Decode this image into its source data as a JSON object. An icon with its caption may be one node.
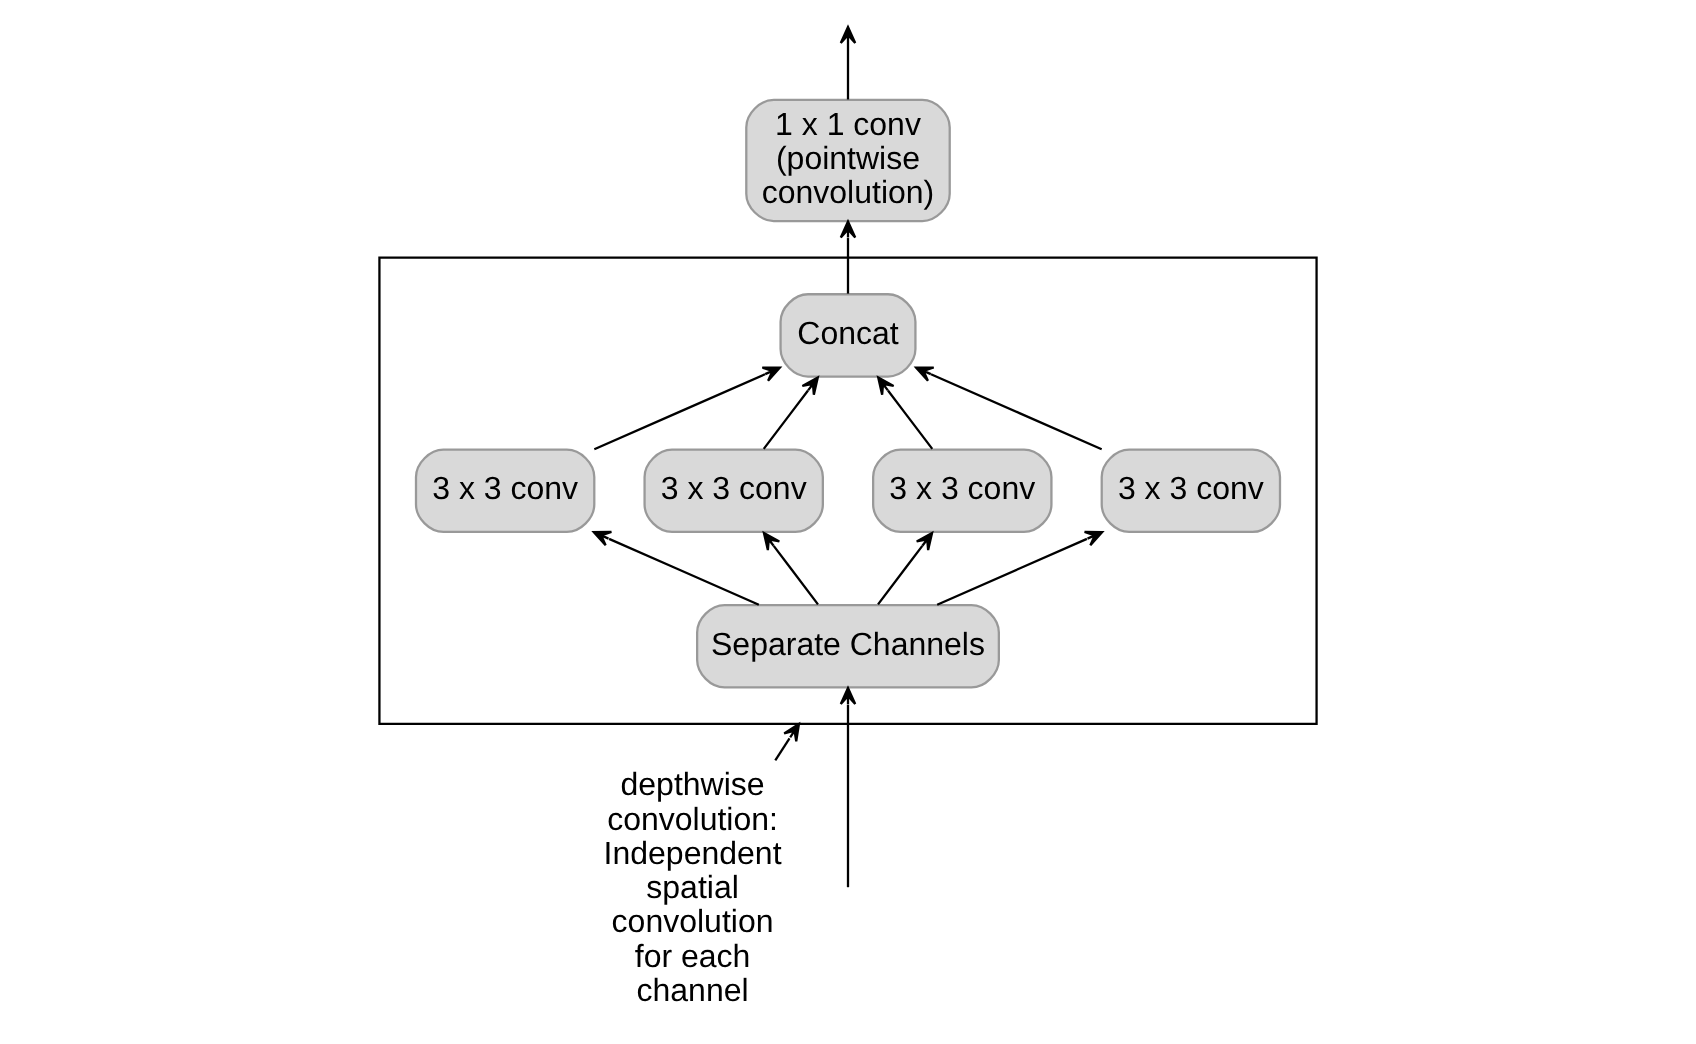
{
  "diagram": {
    "nodes": [
      {
        "text": [
          "1 x 1 conv (pointwise convolution)"
        ]
      },
      {
        "text": [],
        "shape": "box"
      },
      {
        "text": [
          "Concat"
        ],
        "in": 1
      },
      {
        "text": [
          "3 x 3 conv"
        ],
        "in": 1
      },
      {
        "text": [
          "3 x 3 conv"
        ],
        "in": 1
      },
      {
        "text": [
          "3 x 3 conv"
        ],
        "in": 1
      },
      {
        "text": [
          "3 x 3 conv"
        ],
        "in": 1
      },
      {
        "text": [
          "Separate Channels"
        ],
        "in": 1
      },
      {
        "text": [
          "depthwise convolution: Independent spatial convolution for each channel"
        ]
      }
    ],
    "edges": [
      {
        "from": 0,
        "to": null,
        "arrow": "to"
      },
      {
        "from": 2,
        "to": 0,
        "arrow": "to"
      },
      {
        "from": 3,
        "to": 2,
        "arrow": "to"
      },
      {
        "from": 4,
        "to": 2,
        "arrow": "to"
      },
      {
        "from": 5,
        "to": 2,
        "arrow": "to"
      },
      {
        "from": 6,
        "to": 2,
        "arrow": "to"
      },
      {
        "from": 7,
        "to": 3,
        "arrow": "to"
      },
      {
        "from": 7,
        "to": 4,
        "arrow": "to"
      },
      {
        "from": 7,
        "to": 5,
        "arrow": "to"
      },
      {
        "from": 7,
        "to": 6,
        "arrow": "to"
      },
      {
        "from": null,
        "to": 7,
        "arrow": "to"
      },
      {
        "from": 8,
        "to": 1,
        "arrow": "to"
      }
    ]
  }
}
